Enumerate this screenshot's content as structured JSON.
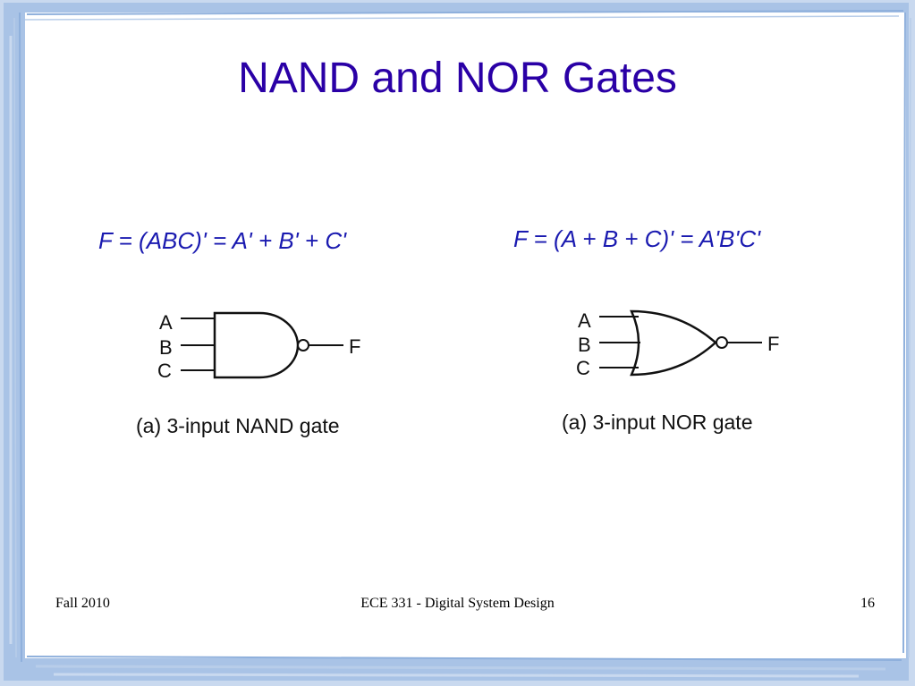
{
  "slide": {
    "title": "NAND and NOR Gates",
    "frame_color": "#a9c3e6",
    "title_color": "#2a00a6",
    "formula_color": "#1a1ab0"
  },
  "formulas": {
    "nand": "F = (ABC)' = A' + B' + C'",
    "nor": "F = (A + B + C)' = A'B'C'"
  },
  "nand_gate": {
    "inputs": [
      "A",
      "B",
      "C"
    ],
    "output": "F",
    "caption": "(a) 3-input NAND gate"
  },
  "nor_gate": {
    "inputs": [
      "A",
      "B",
      "C"
    ],
    "output": "F",
    "caption": "(a) 3-input NOR gate"
  },
  "footer": {
    "left": "Fall 2010",
    "center": "ECE 331 - Digital System Design",
    "right": "16"
  }
}
